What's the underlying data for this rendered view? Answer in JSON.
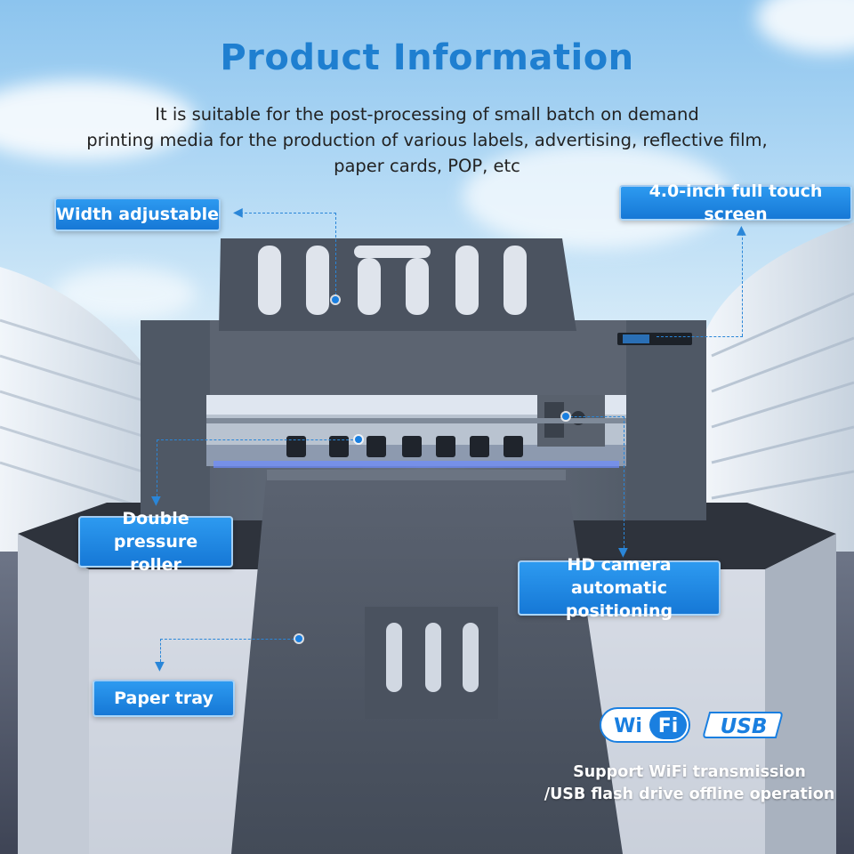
{
  "title": "Product Information",
  "description": [
    "It is suitable for the post-processing of small batch on demand",
    "printing media for the production of various labels, advertising, reflective film,",
    "paper cards, POP, etc"
  ],
  "callouts": {
    "width_adjustable": "Width adjustable",
    "touch_screen": "4.0-inch full touch screen",
    "pressure_roller": [
      "Double pressure",
      "roller"
    ],
    "camera": [
      "HD camera automatic",
      "positioning"
    ],
    "paper_tray": "Paper tray"
  },
  "badges": {
    "wifi": "WiFi",
    "usb": "USB"
  },
  "support_text": [
    "Support WiFi transmission",
    "/USB flash drive offline operation"
  ],
  "colors": {
    "accent": "#1f7fd0",
    "callout_bg": "#1e88e5",
    "machine": "#4d5663"
  }
}
